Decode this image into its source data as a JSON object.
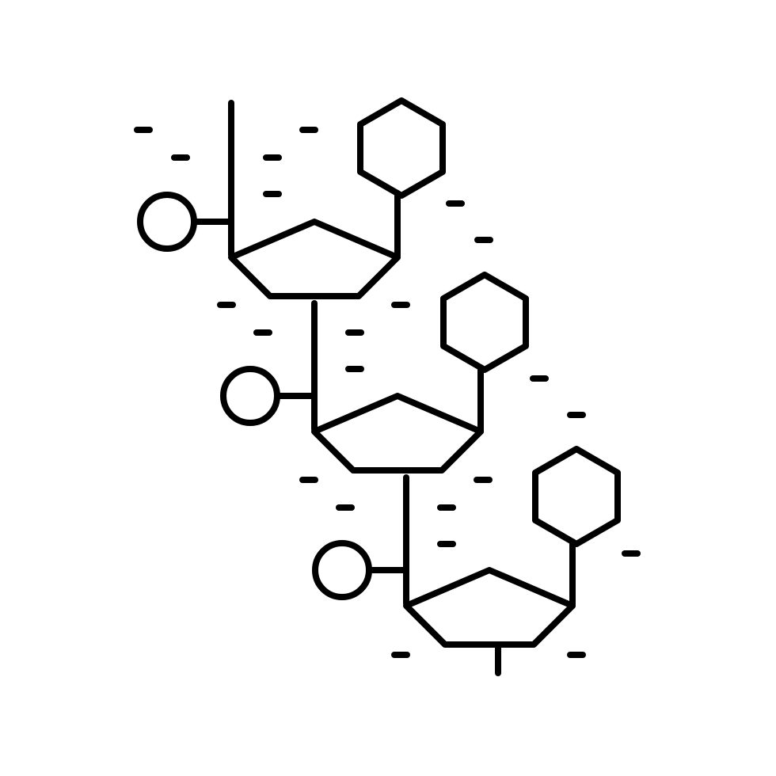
{
  "icon": {
    "name": "nucleotide-chain-icon",
    "stroke_color": "#000000",
    "background_color": "#ffffff",
    "units": [
      {
        "name": "nucleotide-unit-1",
        "parts": [
          "phosphate-circle",
          "sugar-pentagon",
          "base-hexagon"
        ]
      },
      {
        "name": "nucleotide-unit-2",
        "parts": [
          "phosphate-circle",
          "sugar-pentagon",
          "base-hexagon"
        ]
      },
      {
        "name": "nucleotide-unit-3",
        "parts": [
          "phosphate-circle",
          "sugar-pentagon",
          "base-hexagon"
        ]
      }
    ]
  }
}
